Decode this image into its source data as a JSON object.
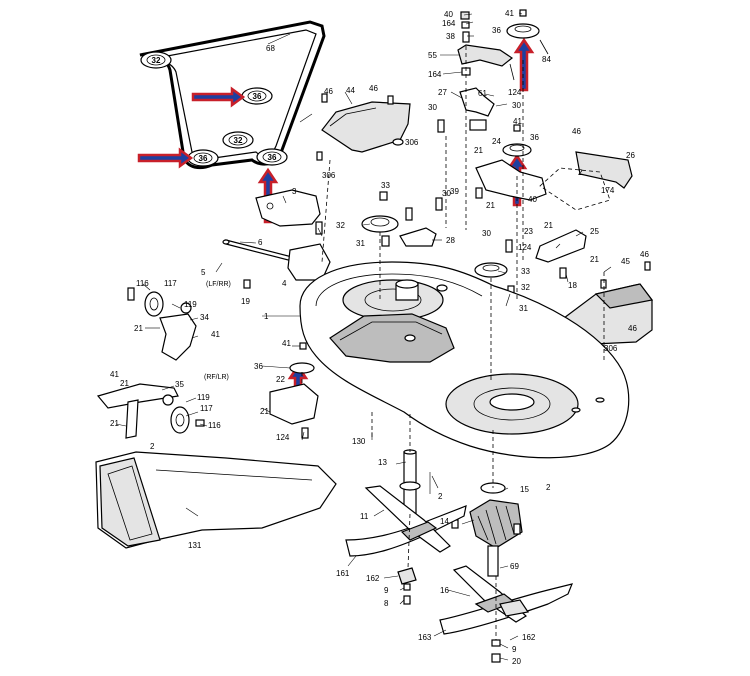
{
  "diagram": {
    "colors": {
      "arrow_fill": "#1e3fa0",
      "arrow_stroke": "#c8202a",
      "line": "#000000",
      "background": "#ffffff"
    },
    "pulley_labels": {
      "p32_belt_top": "32",
      "p36_belt_mid": "36",
      "p32_belt_center": "32",
      "p36_belt_left": "36",
      "p36_belt_right": "36"
    },
    "callouts": {
      "c68": "68",
      "c40": "40",
      "c164_top": "164",
      "c38": "38",
      "c55": "55",
      "c164_mid": "164",
      "c41_top": "41",
      "c36_top": "36",
      "c84": "84",
      "c124_top": "124",
      "c61": "61",
      "c30_top": "30",
      "c27": "27",
      "c46_a": "46",
      "c44": "44",
      "c46_b": "46",
      "c306_a": "306",
      "c306_b": "306",
      "c30_left": "30",
      "c41_mid": "41",
      "c36_mid": "36",
      "c46_c": "46",
      "c21_a": "21",
      "c24": "24",
      "c26": "26",
      "c39": "39",
      "c2_a": "2",
      "c174": "174",
      "c3": "3",
      "c33_a": "33",
      "c30_b": "30",
      "c40_mid": "40",
      "c21_b": "21",
      "c23": "23",
      "c32_a": "32",
      "c31_a": "31",
      "c28": "28",
      "c6": "6",
      "c30_c": "30",
      "c124_b": "124",
      "c21_c": "21",
      "c25": "25",
      "c46_d": "46",
      "c45": "45",
      "c33_b": "33",
      "c32_b": "32",
      "c21_d": "21",
      "c18": "18",
      "c31_b": "31",
      "c5": "5",
      "c4": "4",
      "c19": "19",
      "c116_a": "116",
      "c117_a": "117",
      "c119_a": "119",
      "c34": "34",
      "c21_e": "21",
      "c41_b": "41",
      "c1": "1",
      "c41_c": "41",
      "c46_e": "46",
      "c306_c": "306",
      "c36_low": "36",
      "c22": "22",
      "c21_f": "21",
      "c124_c": "124",
      "c130": "130",
      "c41_d": "41",
      "c21_g": "21",
      "c35": "35",
      "c119_b": "119",
      "c21_h": "21",
      "c117_b": "117",
      "c116_b": "116",
      "c2_b": "2",
      "c13": "13",
      "c2_c": "2",
      "c2_d": "2",
      "c15": "15",
      "c11": "11",
      "c14": "14",
      "c131": "131",
      "c161": "161",
      "c162_a": "162",
      "c69": "69",
      "c9_a": "9",
      "c16": "16",
      "c8": "8",
      "c163": "163",
      "c162_b": "162",
      "c9_b": "9",
      "c20": "20"
    },
    "notes": {
      "lf_rr": "(LF/RR)",
      "rf_lr": "(RF/LR)"
    }
  }
}
